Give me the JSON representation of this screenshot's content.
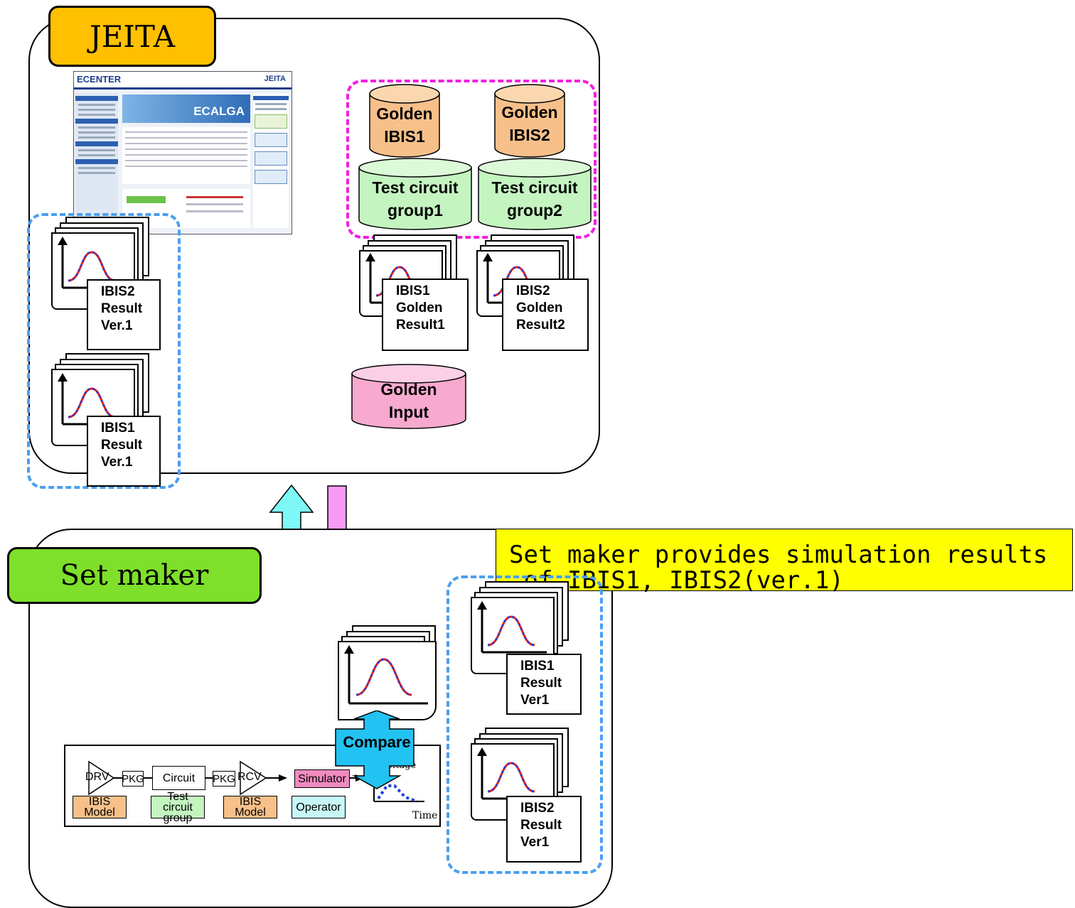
{
  "jeita": {
    "title": "JEITA",
    "golden_ibis1": [
      "Golden",
      "IBIS1"
    ],
    "golden_ibis2": [
      "Golden",
      "IBIS2"
    ],
    "test_circuit_group1": [
      "Test circuit",
      "group1"
    ],
    "test_circuit_group2": [
      "Test circuit",
      "group2"
    ],
    "golden_input": [
      "Golden",
      "Input"
    ],
    "golden_result1": [
      "IBIS1",
      "Golden",
      "Result1"
    ],
    "golden_result2": [
      "IBIS2",
      "Golden",
      "Result2"
    ],
    "ibis2_result": [
      "IBIS2",
      "Result",
      "Ver.1"
    ],
    "ibis1_result": [
      "IBIS1",
      "Result",
      "Ver.1"
    ],
    "website": {
      "brand": "ECENTER",
      "logo": "JEITA",
      "banner": "ECALGA"
    }
  },
  "set_maker": {
    "title": "Set maker",
    "ibis1_result": [
      "IBIS1",
      "Result",
      "Ver1"
    ],
    "ibis2_result": [
      "IBIS2",
      "Result",
      "Ver1"
    ],
    "compare": "Compare",
    "flow": {
      "drv": "DRV",
      "pkg1": "PKG",
      "circuit": "Circuit",
      "pkg2": "PKG",
      "rcv": "RCV",
      "simulator": "Simulator",
      "voltage": "Voltage",
      "time": "Time",
      "ibis_model_1": "IBIS Model",
      "test_circuit_group": [
        "Test circuit",
        "group"
      ],
      "ibis_model_2": "IBIS Model",
      "operator": "Operator"
    }
  },
  "callout": [
    "Set maker provides simulation results",
    " of IBIS1, IBIS2(ver.1)"
  ],
  "colors": {
    "golden_ibis": "#f7c08a",
    "test_circuit": "#c4f4c0",
    "golden_input": "#f7a9cf",
    "jeita_tag": "#ffc000",
    "set_maker_tag": "#7ee02a",
    "arrow_up": "#7ef7f7",
    "arrow_down": "#f99af5",
    "callout": "#ffff00",
    "compare": "#22c2f2"
  }
}
